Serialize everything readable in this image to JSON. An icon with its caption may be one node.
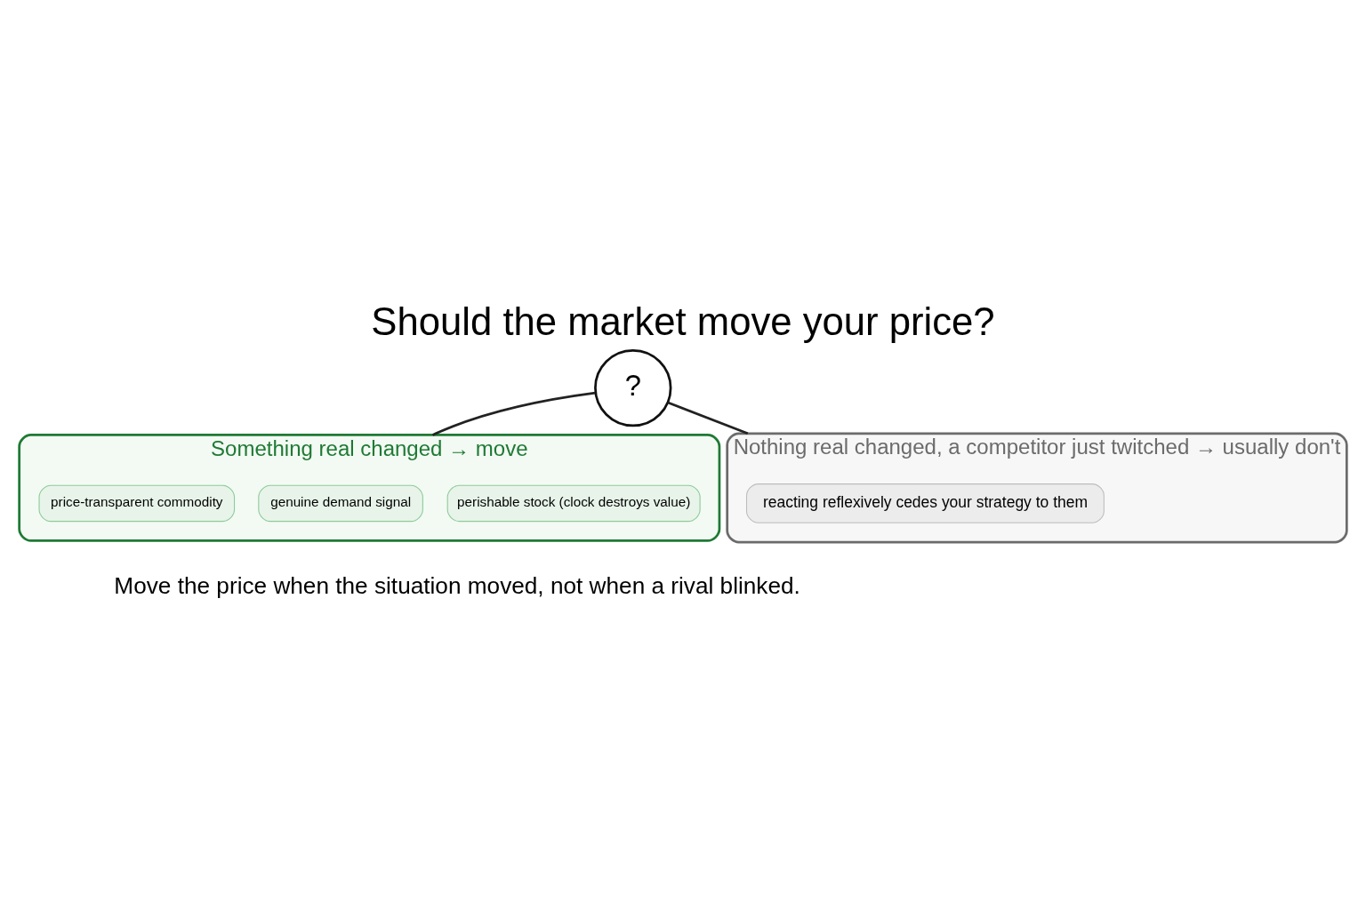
{
  "diagram": {
    "title": "Should the market move your price?",
    "caption": "Move the price when the situation moved, not when a rival blinked.",
    "nodes": [
      {
        "text": [
          "?"
        ]
      },
      {
        "text": [
          "Something real changed → move"
        ]
      },
      {
        "text": [
          "perishable stock (clock destroys value)"
        ],
        "in": 1
      },
      {
        "text": [
          "genuine demand signal"
        ],
        "in": 1
      },
      {
        "text": [
          "price-transparent commodity"
        ],
        "in": 1
      },
      {
        "text": [
          "Nothing real changed, a competitor just twitched → usually don't"
        ]
      },
      {
        "text": [
          "reacting reflexively cedes your strategy to them"
        ],
        "in": 5
      }
    ],
    "edges": [
      {
        "from": 0,
        "to": 1,
        "arrow": "none"
      },
      {
        "from": 0,
        "to": 5,
        "arrow": "none"
      }
    ]
  }
}
